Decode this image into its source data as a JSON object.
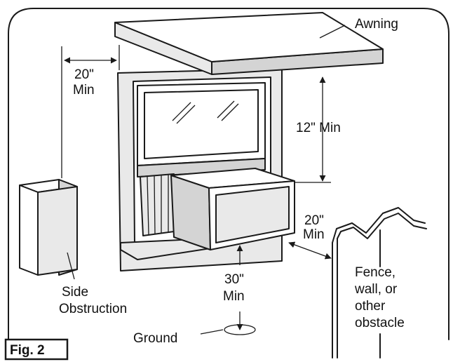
{
  "labels": {
    "awning": "Awning",
    "side_clearance_value": "20\"",
    "side_clearance_min": "Min",
    "top_clearance": "12\" Min",
    "rear_clearance_value": "20\"",
    "rear_clearance_min": "Min",
    "ground_clearance_value": "30\"",
    "ground_clearance_min": "Min",
    "side_obstruction_line1": "Side",
    "side_obstruction_line2": "Obstruction",
    "ground": "Ground",
    "fence_line1": "Fence,",
    "fence_line2": "wall, or",
    "fence_line3": "other",
    "fence_line4": "obstacle",
    "figure": "Fig. 2"
  }
}
